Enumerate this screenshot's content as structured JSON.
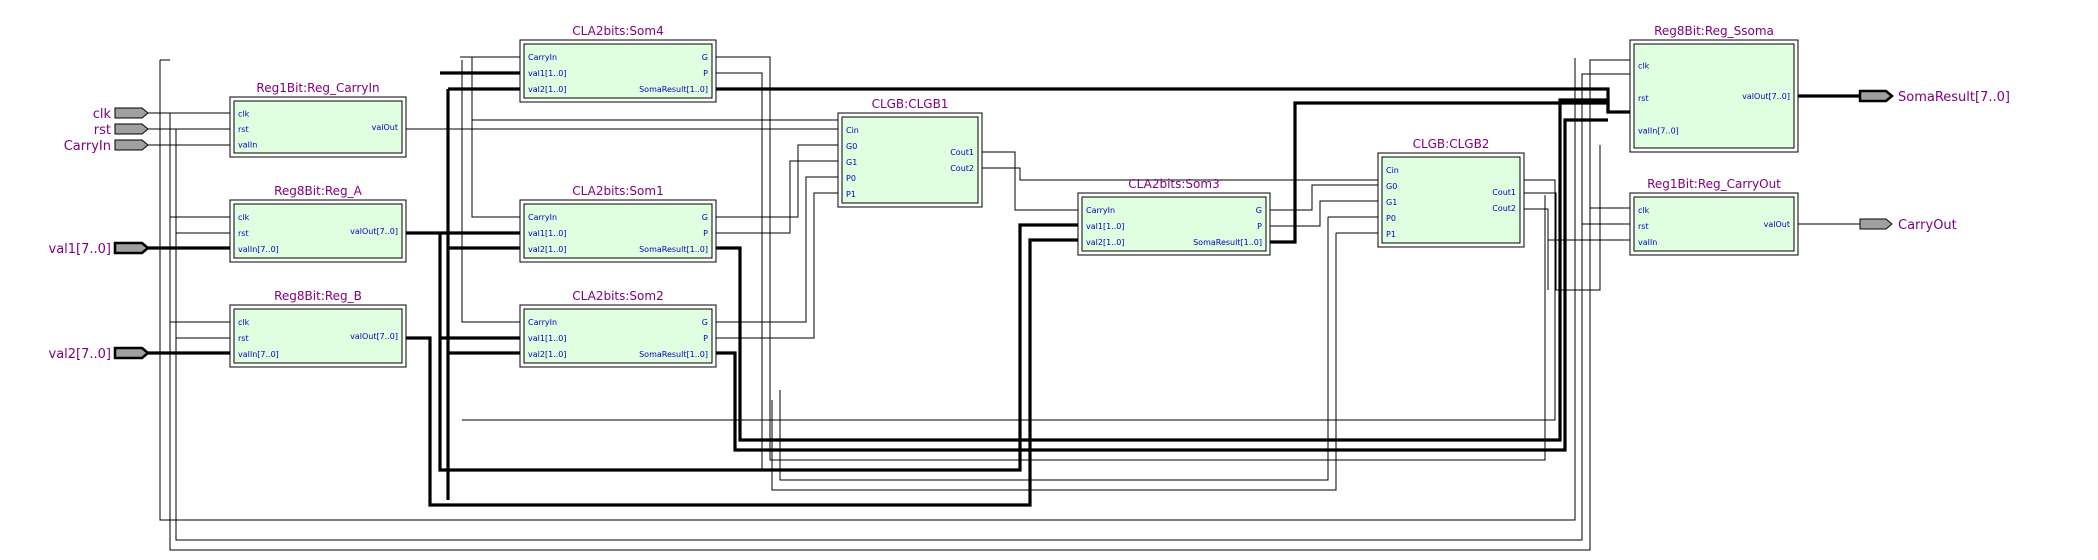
{
  "diagram": {
    "inputs": [
      {
        "id": "clk",
        "label": "clk"
      },
      {
        "id": "rst",
        "label": "rst"
      },
      {
        "id": "carryin",
        "label": "CarryIn"
      },
      {
        "id": "val1",
        "label": "val1[7..0]"
      },
      {
        "id": "val2",
        "label": "val2[7..0]"
      }
    ],
    "outputs": [
      {
        "id": "somaresult",
        "label": "SomaResult[7..0]"
      },
      {
        "id": "carryout",
        "label": "CarryOut"
      }
    ],
    "blocks": [
      {
        "id": "reg_carryin",
        "title": "Reg1Bit:Reg_CarryIn",
        "left_ports": [
          "clk",
          "rst",
          "valIn"
        ],
        "right_ports": [
          "valOut"
        ]
      },
      {
        "id": "reg_a",
        "title": "Reg8Bit:Reg_A",
        "left_ports": [
          "clk",
          "rst",
          "valIn[7..0]"
        ],
        "right_ports": [
          "valOut[7..0]"
        ]
      },
      {
        "id": "reg_b",
        "title": "Reg8Bit:Reg_B",
        "left_ports": [
          "clk",
          "rst",
          "valIn[7..0]"
        ],
        "right_ports": [
          "valOut[7..0]"
        ]
      },
      {
        "id": "som4",
        "title": "CLA2bits:Som4",
        "left_ports": [
          "CarryIn",
          "val1[1..0]",
          "val2[1..0]"
        ],
        "right_ports": [
          "G",
          "P",
          "SomaResult[1..0]"
        ]
      },
      {
        "id": "som1",
        "title": "CLA2bits:Som1",
        "left_ports": [
          "CarryIn",
          "val1[1..0]",
          "val2[1..0]"
        ],
        "right_ports": [
          "G",
          "P",
          "SomaResult[1..0]"
        ]
      },
      {
        "id": "som2",
        "title": "CLA2bits:Som2",
        "left_ports": [
          "CarryIn",
          "val1[1..0]",
          "val2[1..0]"
        ],
        "right_ports": [
          "G",
          "P",
          "SomaResult[1..0]"
        ]
      },
      {
        "id": "clgb1",
        "title": "CLGB:CLGB1",
        "left_ports": [
          "Cin",
          "G0",
          "G1",
          "P0",
          "P1"
        ],
        "right_ports": [
          "Cout1",
          "Cout2"
        ]
      },
      {
        "id": "som3",
        "title": "CLA2bits:Som3",
        "left_ports": [
          "CarryIn",
          "val1[1..0]",
          "val2[1..0]"
        ],
        "right_ports": [
          "G",
          "P",
          "SomaResult[1..0]"
        ]
      },
      {
        "id": "clgb2",
        "title": "CLGB:CLGB2",
        "left_ports": [
          "Cin",
          "G0",
          "G1",
          "P0",
          "P1"
        ],
        "right_ports": [
          "Cout1",
          "Cout2"
        ]
      },
      {
        "id": "reg_ssoma",
        "title": "Reg8Bit:Reg_Ssoma",
        "left_ports": [
          "clk",
          "rst",
          "valIn[7..0]"
        ],
        "right_ports": [
          "valOut[7..0]"
        ]
      },
      {
        "id": "reg_carryout",
        "title": "Reg1Bit:Reg_CarryOut",
        "left_ports": [
          "clk",
          "rst",
          "valIn"
        ],
        "right_ports": [
          "valOut"
        ]
      }
    ]
  },
  "colors": {
    "block_fill": "#e0ffe0",
    "title": "#800080",
    "port": "#0000c0",
    "wire": "#000000",
    "pin_fill": "#a0a0a0"
  }
}
